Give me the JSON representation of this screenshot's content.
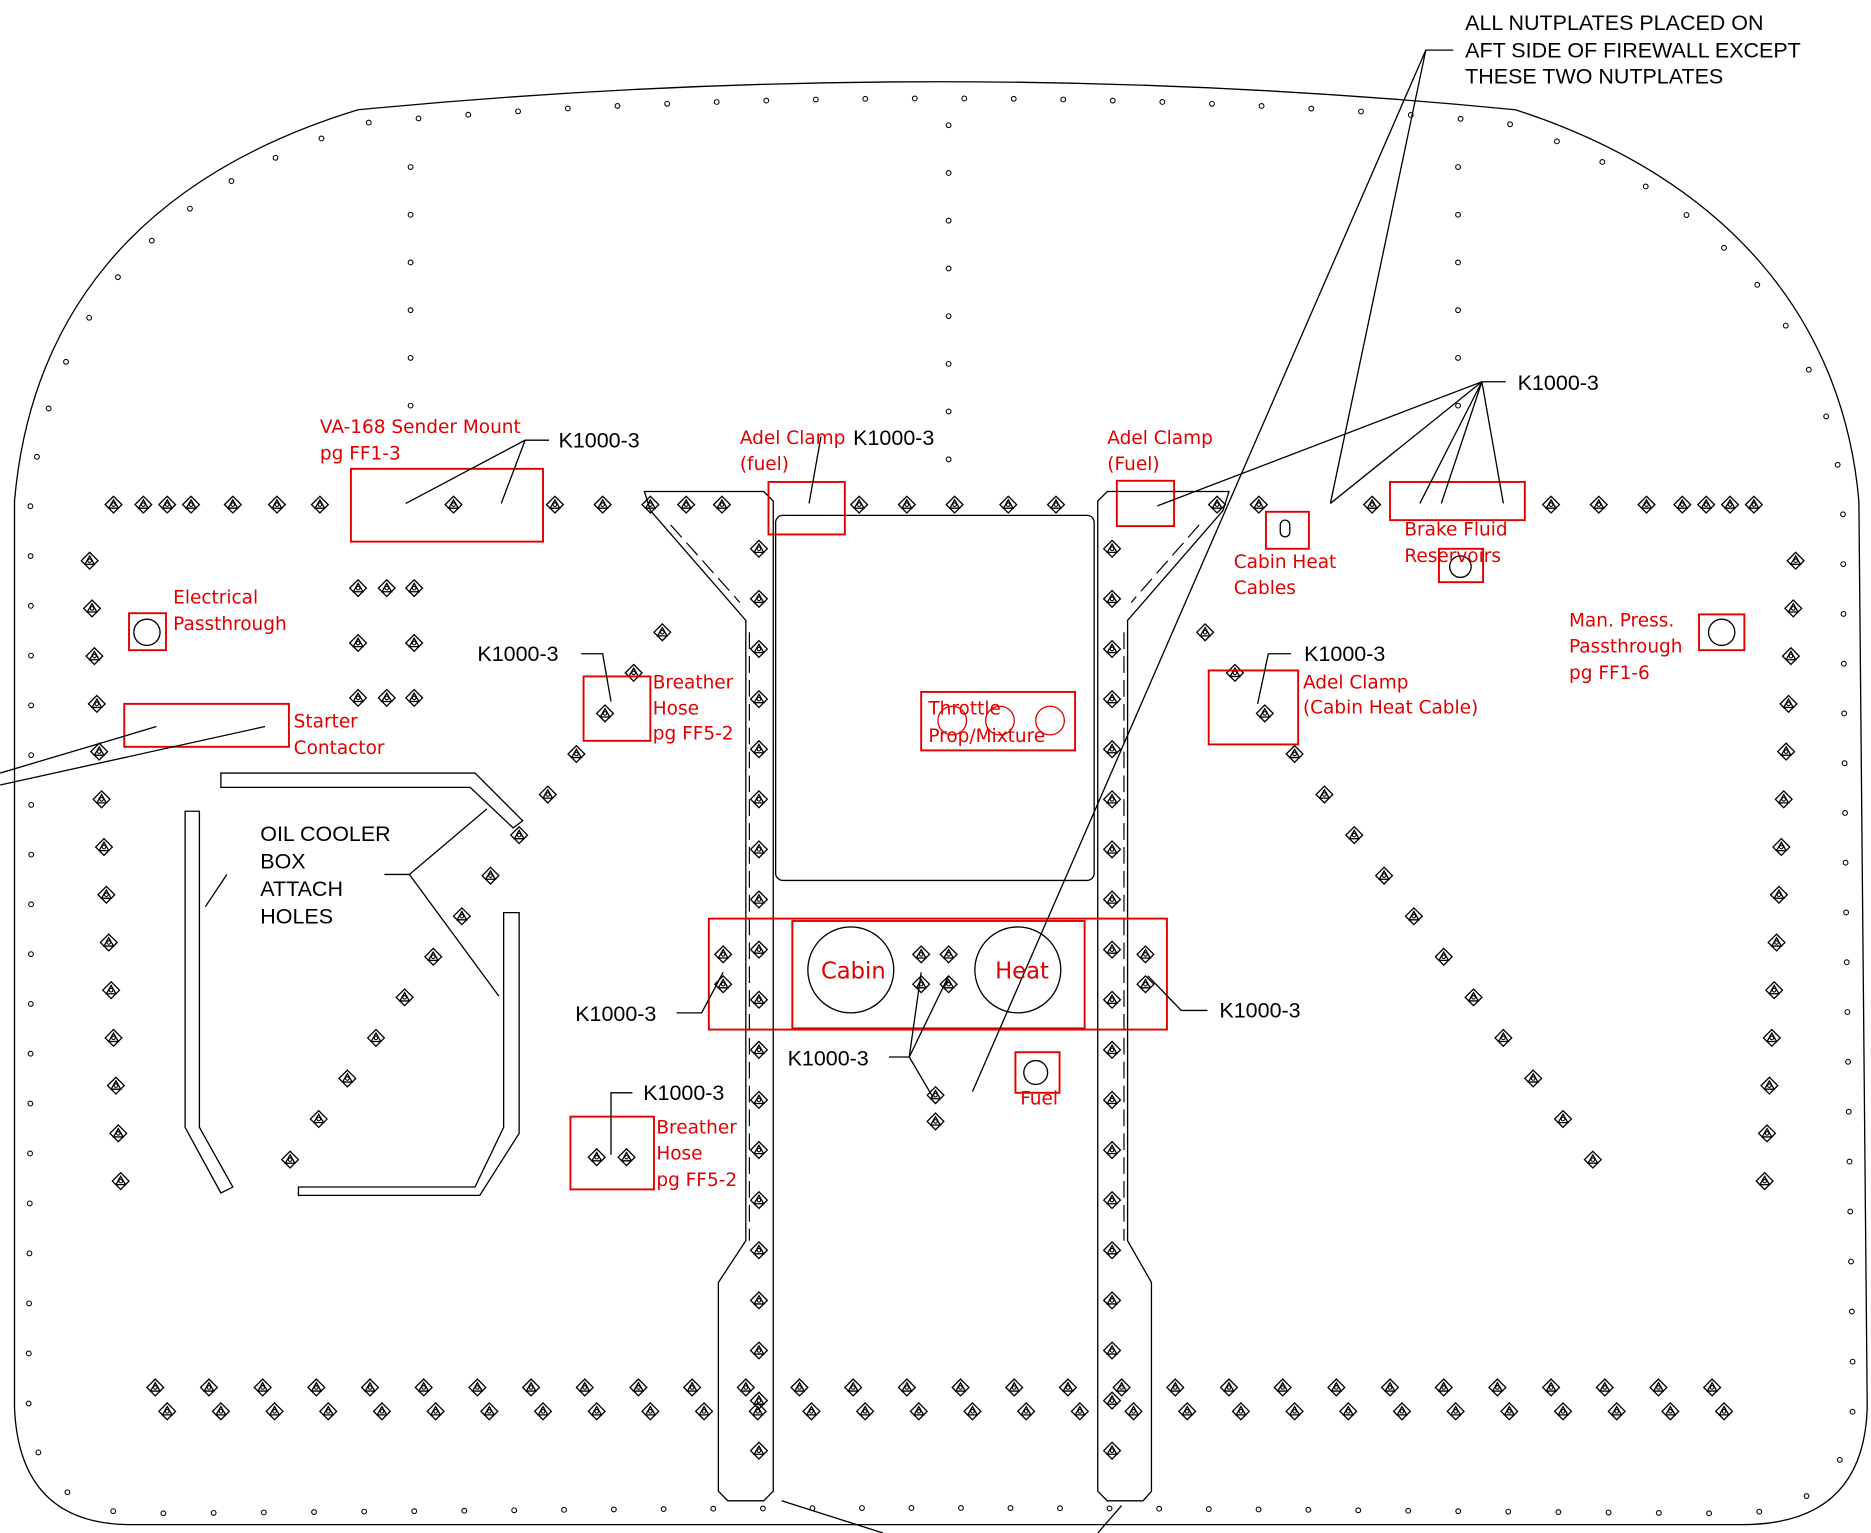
{
  "note": {
    "lines": [
      "ALL NUTPLATES PLACED ON",
      "AFT SIDE OF FIREWALL EXCEPT",
      "THESE TWO NUTPLATES"
    ]
  },
  "part_callout": "K1000-3",
  "oil_cooler": {
    "lines": [
      "OIL COOLER",
      "BOX",
      "ATTACH",
      "HOLES"
    ]
  },
  "labels": {
    "va168": [
      "VA-168 Sender Mount",
      "pg FF1-3"
    ],
    "adel_fuel_left": [
      "Adel Clamp",
      "(fuel)"
    ],
    "adel_fuel_right": [
      "Adel Clamp",
      "(Fuel)"
    ],
    "cabin_heat_cables": [
      "Cabin Heat",
      "Cables"
    ],
    "brake_fluid": [
      "Brake Fluid",
      "Reservoirs"
    ],
    "man_press": [
      "Man. Press.",
      "Passthrough",
      "pg FF1-6"
    ],
    "electrical": [
      "Electrical",
      "Passthrough"
    ],
    "starter": [
      "Starter",
      "Contactor"
    ],
    "breather_upper": [
      "Breather",
      "Hose",
      "pg FF5-2"
    ],
    "breather_lower": [
      "Breather",
      "Hose",
      "pg FF5-2"
    ],
    "adel_cabin_heat": [
      "Adel Clamp",
      "(Cabin Heat Cable)"
    ],
    "throttle": [
      "Throttle",
      "Prop/Mixture"
    ],
    "cabin": "Cabin",
    "heat": "Heat",
    "fuel": "Fuel"
  },
  "colors": {
    "annotation": "#e00000",
    "linework": "#000000"
  }
}
